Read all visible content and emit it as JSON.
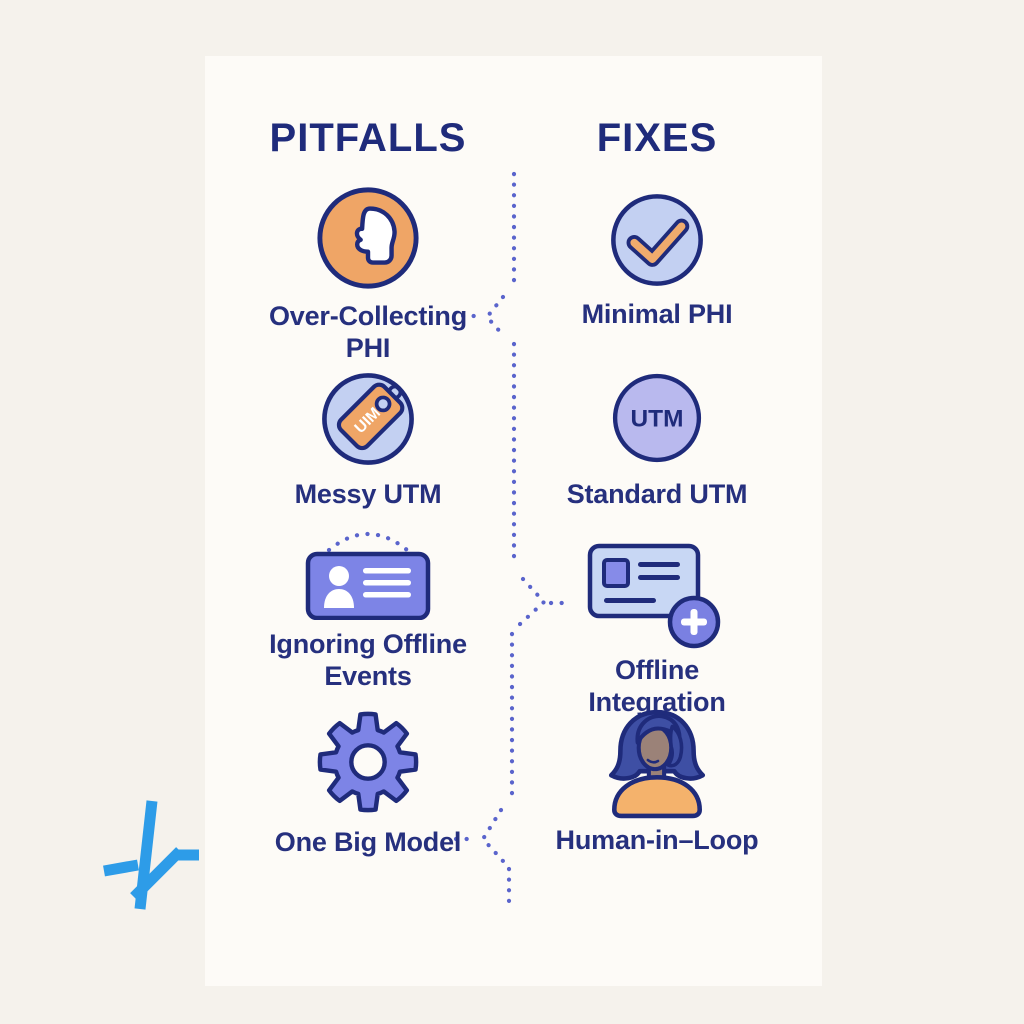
{
  "header": {
    "left": "PITFALLS",
    "right": "FIXES"
  },
  "rows": [
    {
      "pitfall": {
        "icon": "head-profile-icon",
        "lines": [
          "Over-Collecting",
          "PHI"
        ],
        "full": "Over-Collecting PHI"
      },
      "fix": {
        "icon": "check-icon",
        "lines": [
          "Minimal PHI"
        ],
        "full": "Minimal PHI"
      }
    },
    {
      "pitfall": {
        "icon": "price-tag-icon",
        "lines": [
          "Messy UTM"
        ],
        "full": "Messy UTM",
        "tag_text": "UIM"
      },
      "fix": {
        "icon": "utm-badge-icon",
        "lines": [
          "Standard UTM"
        ],
        "full": "Standard UTM",
        "badge_text": "UTM"
      }
    },
    {
      "pitfall": {
        "icon": "id-card-icon",
        "lines": [
          "Ignoring Offline",
          "Events"
        ],
        "full": "Ignoring Offline Events"
      },
      "fix": {
        "icon": "card-plus-icon",
        "lines": [
          "Offline",
          "Integration"
        ],
        "full": "Offline Integration"
      }
    },
    {
      "pitfall": {
        "icon": "gear-icon",
        "lines": [
          "One Big Model"
        ],
        "full": "One Big Model"
      },
      "fix": {
        "icon": "person-icon",
        "lines": [
          "Human-in–Loop"
        ],
        "full": "Human-in–Loop"
      }
    }
  ],
  "logo": {
    "name": "pulse-logo",
    "color": "#2d9ce8"
  },
  "colors": {
    "navy": "#1f2b7b",
    "label_text": "#26307e",
    "orange": "#efa566",
    "check_orange": "#f0ab6d",
    "light_blue": "#c3d0f2",
    "lavender": "#b9b9ee",
    "periwinkle": "#7d84e6",
    "card_blue": "#c8d7f4",
    "dots": "#5a64cc",
    "bg_outer": "#f5f2ec",
    "bg_panel": "#fdfbf7",
    "hair": "#3e4fa4",
    "skin": "#9b8278",
    "shirt": "#f4b26c"
  }
}
